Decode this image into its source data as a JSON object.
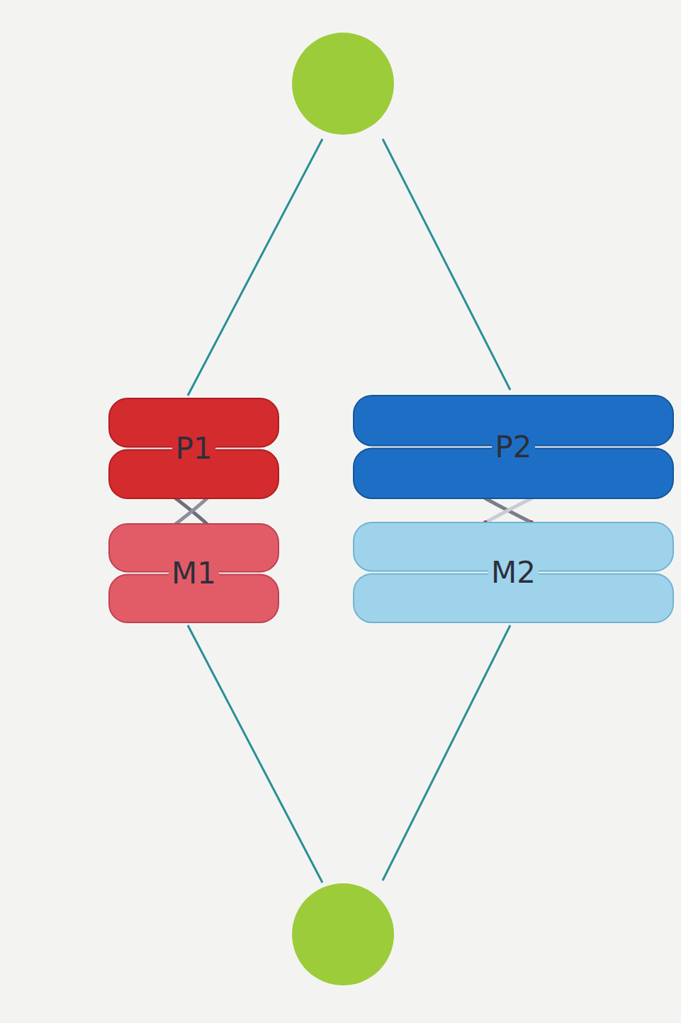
{
  "diagram": {
    "nodes": [
      {
        "text": [
          "P1"
        ]
      },
      {
        "text": [
          "P2"
        ]
      },
      {
        "text": [
          "M1"
        ]
      },
      {
        "text": [
          "M2"
        ]
      }
    ]
  }
}
